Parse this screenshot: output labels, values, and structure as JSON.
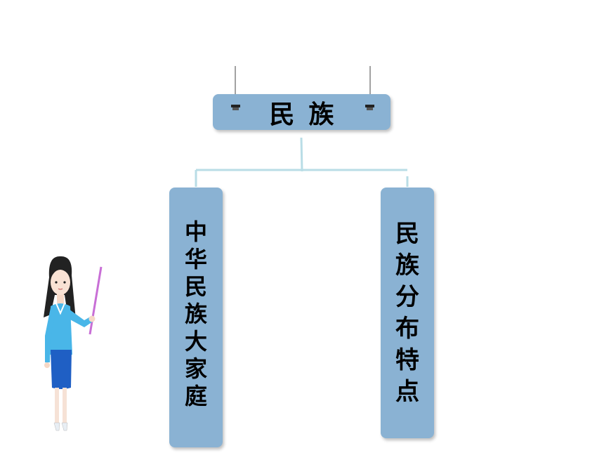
{
  "root": {
    "label": "民族"
  },
  "branches": [
    {
      "label": "中华民族大家庭"
    },
    {
      "label": "民族分布特点"
    }
  ],
  "colors": {
    "box_fill": "#8ab2d3",
    "connector": "#b9dde6",
    "teacher_shirt": "#49b6e8",
    "teacher_skirt": "#1f5fc4",
    "pointer": "#c86fd6"
  },
  "icons": [
    "teacher-illustration",
    "binder-clip-icon"
  ]
}
